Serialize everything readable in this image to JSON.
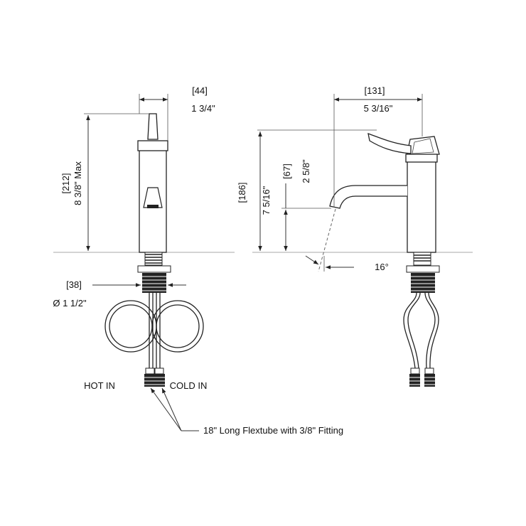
{
  "front_view": {
    "top_width_mm": "[44]",
    "top_width_in": "1 3/4\"",
    "height_mm": "[212]",
    "height_in": "8 3/8\" Max",
    "base_dia_mm": "[38]",
    "base_dia_in": "Ø 1 1/2\"",
    "hot_label": "HOT IN",
    "cold_label": "COLD IN",
    "flextube_note": "18\" Long Flextube with 3/8\" Fitting"
  },
  "side_view": {
    "reach_mm": "[131]",
    "reach_in": "5 3/16\"",
    "height_mm": "[186]",
    "height_in": "7 5/16\"",
    "spout_height_mm": "[67]",
    "spout_height_in": "2 5/8\"",
    "angle": "16°"
  },
  "colors": {
    "line": "#333333",
    "fill_dark": "#222222",
    "counter": "#bbbbbb"
  }
}
